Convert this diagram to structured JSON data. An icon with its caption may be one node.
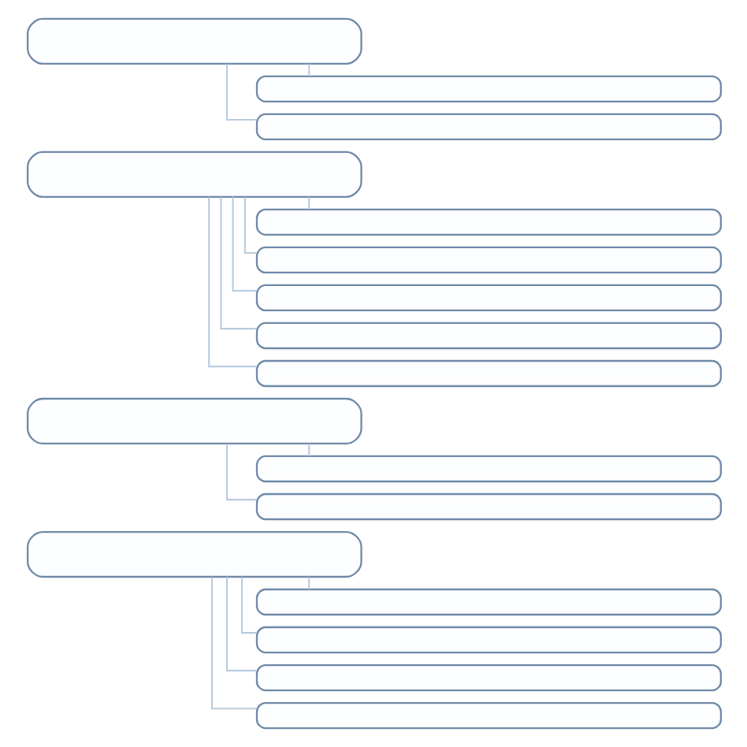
{
  "diagram": {
    "nodes": [
      {
        "text": [],
        "shape": "box"
      },
      {
        "text": [],
        "shape": "box"
      },
      {
        "text": [],
        "shape": "box"
      },
      {
        "text": [],
        "shape": "box"
      },
      {
        "text": [],
        "shape": "box"
      },
      {
        "text": [],
        "shape": "box"
      },
      {
        "text": [],
        "shape": "box"
      },
      {
        "text": [],
        "shape": "box"
      },
      {
        "text": [],
        "shape": "box"
      },
      {
        "text": [],
        "shape": "box"
      },
      {
        "text": [],
        "shape": "box"
      },
      {
        "text": [],
        "shape": "box"
      },
      {
        "text": [],
        "shape": "box"
      },
      {
        "text": [],
        "shape": "box"
      },
      {
        "text": [],
        "shape": "box"
      },
      {
        "text": [],
        "shape": "box"
      },
      {
        "text": [],
        "shape": "box"
      }
    ],
    "edges": [
      {
        "from": 0,
        "to": 1,
        "arrow": "none"
      },
      {
        "from": 0,
        "to": 2,
        "arrow": "none"
      },
      {
        "from": 3,
        "to": 4,
        "arrow": "none"
      },
      {
        "from": 3,
        "to": 5,
        "arrow": "none"
      },
      {
        "from": 3,
        "to": 6,
        "arrow": "none"
      },
      {
        "from": 3,
        "to": 7,
        "arrow": "none"
      },
      {
        "from": 3,
        "to": 8,
        "arrow": "none"
      },
      {
        "from": 9,
        "to": 10,
        "arrow": "none"
      },
      {
        "from": 9,
        "to": 11,
        "arrow": "none"
      },
      {
        "from": 12,
        "to": 13,
        "arrow": "none"
      },
      {
        "from": 12,
        "to": 14,
        "arrow": "none"
      },
      {
        "from": 12,
        "to": 15,
        "arrow": "none"
      },
      {
        "from": 12,
        "to": 16,
        "arrow": "none"
      }
    ]
  }
}
